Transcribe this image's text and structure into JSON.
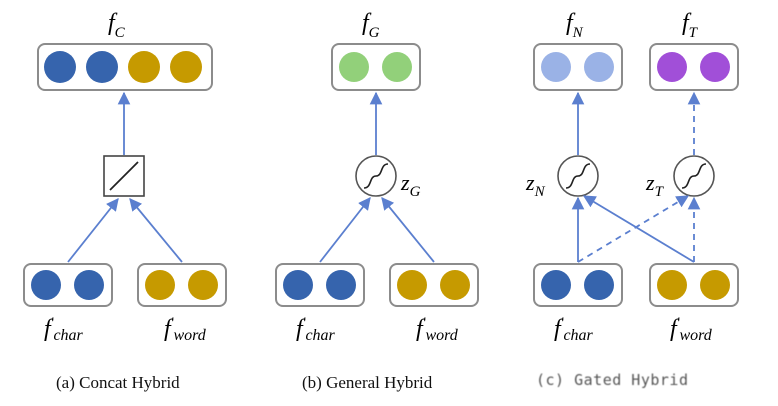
{
  "colors": {
    "arrow": "#5b7fcf",
    "dark_blue": "#3664ad",
    "gold": "#c69a00",
    "green": "#92d07a",
    "light_blue": "#9ab2e6",
    "purple": "#a14fd8"
  },
  "panels": [
    {
      "top_label": {
        "base": "f",
        "sub": "C"
      },
      "bottom_left": {
        "base": "f",
        "sup": "'",
        "sub": "char"
      },
      "bottom_right": {
        "base": "f",
        "sup": "'",
        "sub": "word"
      },
      "caption": "(a) Concat Hybrid",
      "node": "linear-icon"
    },
    {
      "top_label": {
        "base": "f",
        "sub": "G"
      },
      "gate_label": {
        "base": "z",
        "sub": "G"
      },
      "bottom_left": {
        "base": "f",
        "sup": "'",
        "sub": "char"
      },
      "bottom_right": {
        "base": "f",
        "sup": "'",
        "sub": "word"
      },
      "caption": "(b) General Hybrid",
      "node": "sigmoid-icon"
    },
    {
      "top_label_left": {
        "base": "f",
        "sub": "N"
      },
      "top_label_right": {
        "base": "f",
        "sub": "T"
      },
      "gate_left": {
        "base": "z",
        "sub": "N"
      },
      "gate_right": {
        "base": "z",
        "sub": "T"
      },
      "bottom_left": {
        "base": "f",
        "sup": "'",
        "sub": "char"
      },
      "bottom_right": {
        "base": "f",
        "sup": "'",
        "sub": "word"
      },
      "caption": "(c) Gated Hybrid",
      "node": "sigmoid-icon"
    }
  ]
}
